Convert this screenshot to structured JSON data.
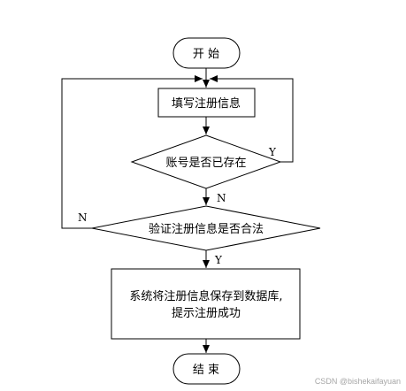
{
  "flowchart": {
    "start": "开 始",
    "fill_info": "填写注册信息",
    "check_exists": "账号是否已存在",
    "validate": "验证注册信息是否合法",
    "save_line1": "系统将注册信息保存到数据库,",
    "save_line2": "提示注册成功",
    "end": "结 束",
    "label_yes_exists": "Y",
    "label_no_exists": "N",
    "label_no_valid": "N",
    "label_yes_valid": "Y"
  },
  "watermark": "CSDN @bishekaifayuan"
}
